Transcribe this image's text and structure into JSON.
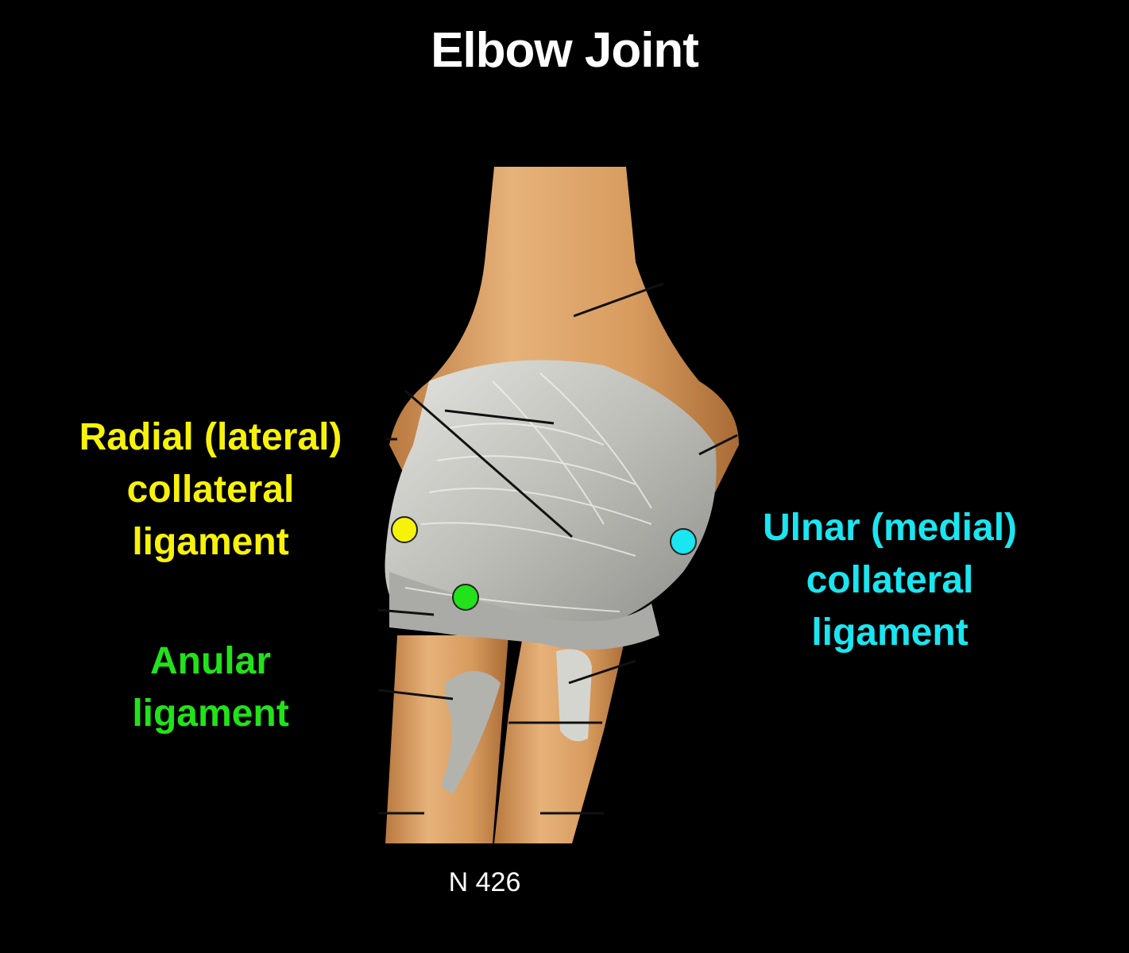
{
  "title": "Elbow Joint",
  "reference": "N 426",
  "labels": {
    "radial": {
      "line1": "Radial (lateral)",
      "line2": "collateral",
      "line3": "ligament",
      "color": "#f7f20a"
    },
    "ulnar": {
      "line1": "Ulnar (medial)",
      "line2": "collateral",
      "line3": "ligament",
      "color": "#19e6f0"
    },
    "anular": {
      "line1": "Anular",
      "line2": "ligament",
      "color": "#22e21a"
    }
  },
  "colors": {
    "background": "#000000",
    "bone": "#d9a065",
    "ligament": "#c9c9c4"
  }
}
